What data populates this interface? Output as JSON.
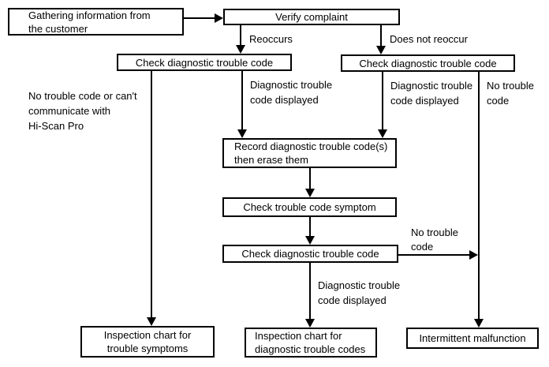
{
  "diagram": {
    "type": "flowchart",
    "background_color": "#ffffff",
    "line_color": "#000000",
    "nodes": {
      "gathering": "Gathering information from\nthe customer",
      "verify": "Verify complaint",
      "check_left": "Check diagnostic trouble code",
      "check_right": "Check diagnostic trouble code",
      "record": "Record diagnostic trouble code(s)\nthen erase them",
      "symptom": "Check trouble code symptom",
      "check_bottom": "Check diagnostic trouble code",
      "inspection_symptoms": "Inspection chart for\ntrouble symptoms",
      "inspection_dtc": "Inspection chart for\ndiagnostic trouble codes",
      "intermittent": "Intermittent malfunction"
    },
    "edge_labels": {
      "reoccurs": "Reoccurs",
      "does_not_reoccur": "Does not reoccur",
      "dtc_displayed_left": "Diagnostic trouble\ncode displayed",
      "dtc_displayed_right": "Diagnostic trouble\ncode displayed",
      "no_trouble_right": "No trouble\ncode",
      "no_trouble_left": "No trouble code or can't\ncommunicate with\nHi-Scan Pro",
      "dtc_displayed_bottom": "Diagnostic trouble\ncode displayed",
      "no_trouble_mid": "No trouble\ncode"
    }
  }
}
